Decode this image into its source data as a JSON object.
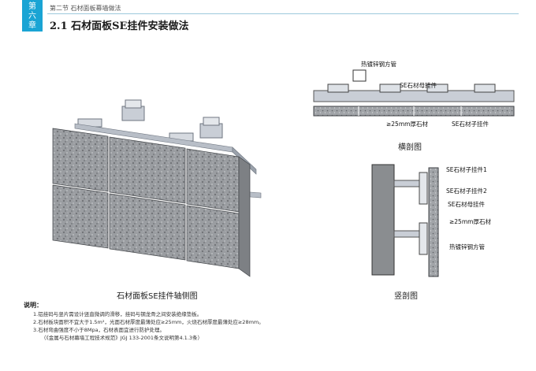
{
  "header": {
    "chapter_line1": "第",
    "chapter_line2": "六",
    "chapter_line3": "章",
    "section": "第二节  石材面板幕墙做法",
    "title": "2.1  石材面板SE挂件安装做法"
  },
  "figures": {
    "axon_caption": "石材面板SE挂件轴侧图",
    "horizontal_caption": "横剖图",
    "vertical_caption": "竖剖图"
  },
  "horizontal_labels": {
    "steel_tube": "热镀锌钢方管",
    "mother_hanger": "SE石材母挂件",
    "stone": "≥25mm厚石材",
    "child_hanger": "SE石材子挂件"
  },
  "vertical_labels": {
    "child_hanger_1": "SE石材子挂件1",
    "child_hanger_2": "SE石材子挂件2",
    "mother_hanger": "SE石材母挂件",
    "stone": "≥25mm厚石材",
    "steel_tube": "热镀锌钢方管"
  },
  "notes": {
    "title": "说明：",
    "items": [
      "1.铝挂码与竖片需设计竖直微调的滑移，挂码与钢龙骨之间安装绝缘垫板。",
      "2.石材板块面积不宜大于1.5m²，光面石材厚度最薄处应≥25mm，火烧石材厚度最薄处应≥28mm。",
      "3.石材弯曲强度不小于8Mpa，石材表面宜进行防护处理。",
      "（《金属与石材幕墙工程技术规范》JGJ 133-2001条文说明第4.1.3条）"
    ]
  },
  "colors": {
    "tab": "#1aa4d4",
    "steel": "#c9ced6",
    "stone": "#8a8d90"
  }
}
